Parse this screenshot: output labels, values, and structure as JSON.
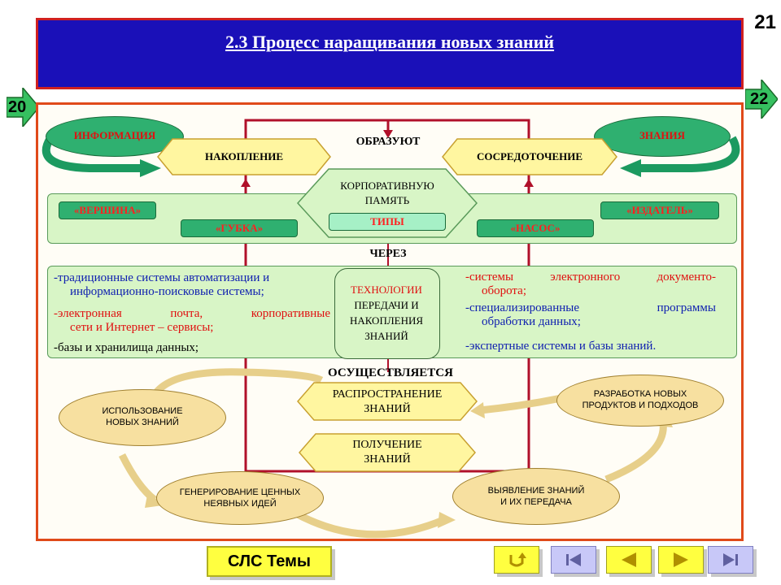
{
  "slide": {
    "title": "2.3  Процесс наращивания новых знаний",
    "page_number": "21",
    "prev_page": "20",
    "next_page": "22"
  },
  "diagram": {
    "left_ellipse": "ИНФОРМАЦИЯ",
    "right_ellipse": "ЗНАНИЯ",
    "left_hex": "НАКОПЛЕНИЕ",
    "right_hex": "СОСРЕДОТОЧЕНИЕ",
    "form_label": "ОБРАЗУЮТ",
    "center_hex_line1": "КОРПОРАТИВНУЮ",
    "center_hex_line2": "ПАМЯТЬ",
    "types_label": "ТИПЫ",
    "types": {
      "vershina": "«ВЕРШИНА»",
      "gubka": "«ГУБКА»",
      "nasos": "«НАСОС»",
      "izdatel": "«ИЗДАТЕЛЬ»"
    },
    "through_label": "ЧЕРЕЗ",
    "tech_line1": "ТЕХНОЛОГИИ",
    "tech_line2": "ПЕРЕДАЧИ И",
    "tech_line3": "НАКОПЛЕНИЯ",
    "tech_line4": "ЗНАНИЙ",
    "left_items": {
      "item1_line1": "-традиционные системы автоматизации и",
      "item1_line2": "информационно-поисковые системы;",
      "item2_line1": "-электронная почта, корпоративные",
      "item2_line2": "сети и Интернет – сервисы;",
      "item3": "-базы и хранилища данных;"
    },
    "right_items": {
      "item1_line1": "-системы электронного документо-",
      "item1_line2": "оборота;",
      "item2_line1": "-специализированные программы",
      "item2_line2": "обработки данных;",
      "item3": "-экспертные системы и базы знаний."
    },
    "realized_label": "ОСУЩЕСТВЛЯЕТСЯ",
    "spread_line1": "РАСПРОСТРАНЕНИЕ",
    "spread_line2": "ЗНАНИЙ",
    "receive_line1": "ПОЛУЧЕНИЕ",
    "receive_line2": "ЗНАНИЙ",
    "cycle": {
      "use_line1": "ИСПОЛЬЗОВАНИЕ",
      "use_line2": "НОВЫХ ЗНАНИЙ",
      "dev_line1": "РАЗРАБОТКА НОВЫХ",
      "dev_line2": "ПРОДУКТОВ И ПОДХОДОВ",
      "gen_line1": "ГЕНЕРИРОВАНИЕ ЦЕННЫХ",
      "gen_line2": "НЕЯВНЫХ ИДЕЙ",
      "reveal_line1": "ВЫЯВЛЕНИЕ ЗНАНИЙ",
      "reveal_line2": "И ИХ ПЕРЕДАЧА"
    }
  },
  "footer": {
    "topics_button": "СЛС Темы"
  },
  "colors": {
    "title_bg": "#1a10b8",
    "frame_border": "#e04a1a",
    "band_fill": "#d8f5c6",
    "pill_green": "#2fb070",
    "hex_yellow": "#fff6a0",
    "ellipse_tan": "#f7e0a0",
    "accent_red": "#e01010",
    "accent_blue": "#1020b0"
  }
}
